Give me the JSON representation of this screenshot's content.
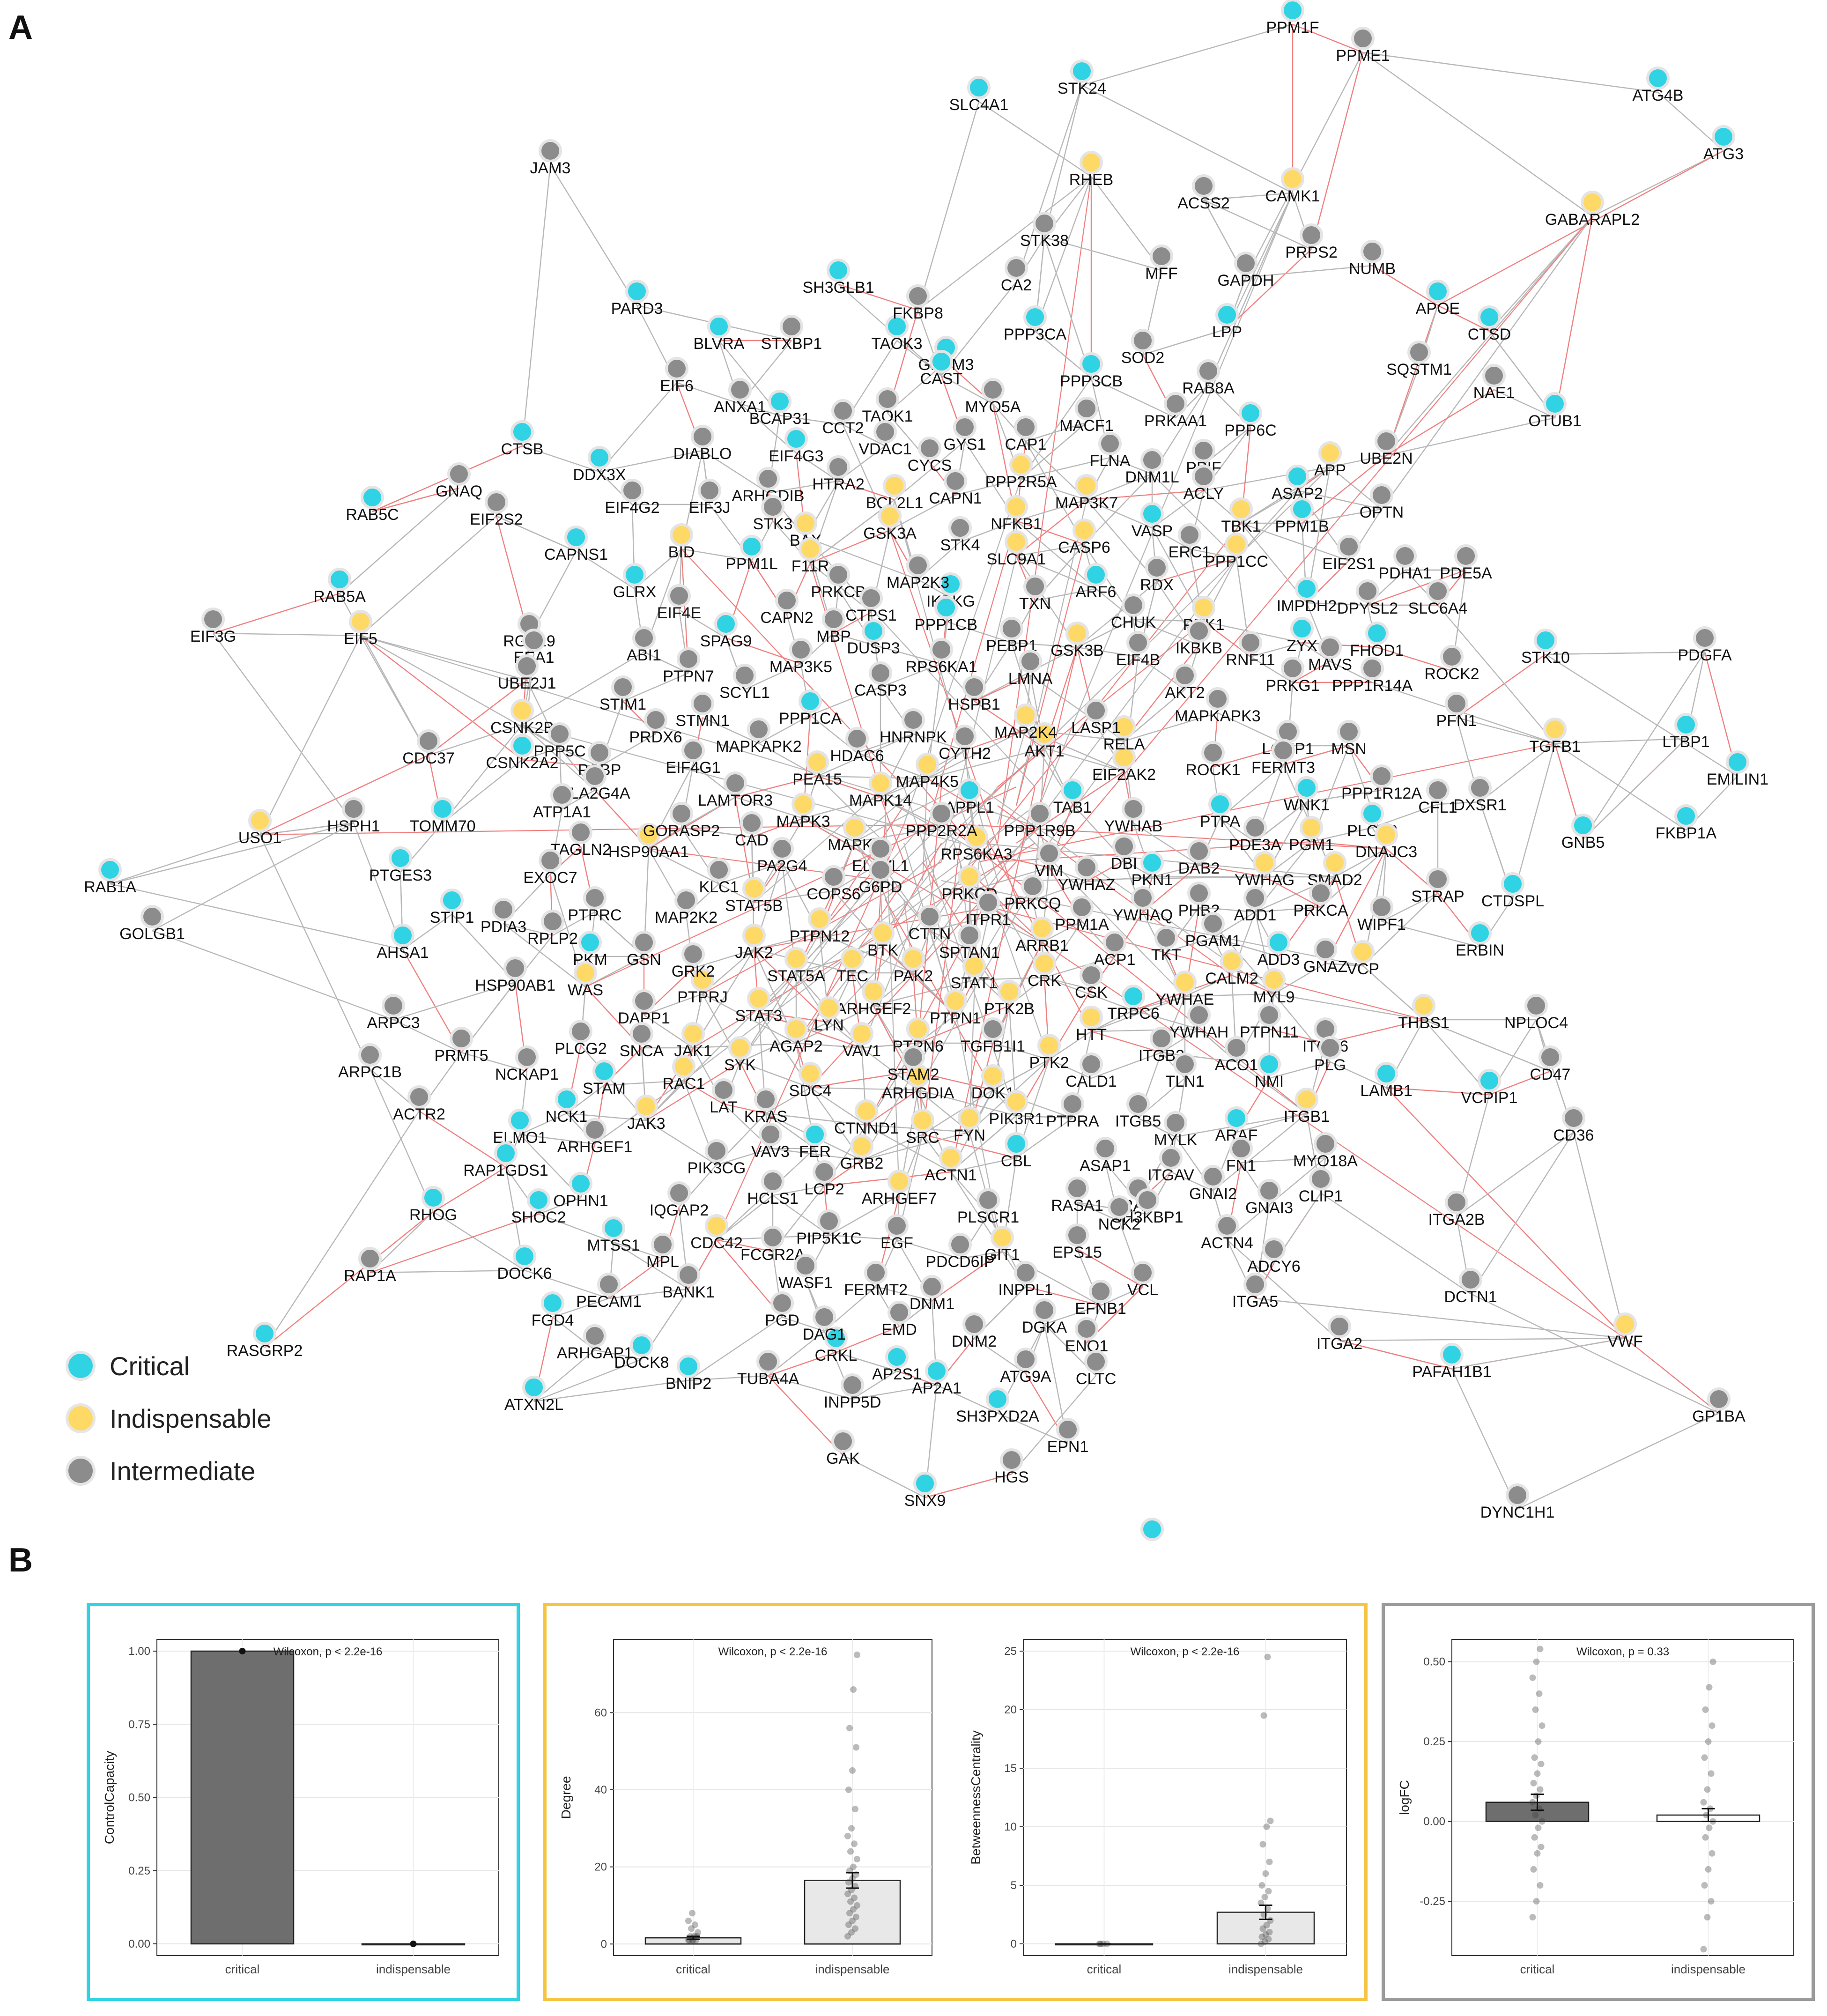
{
  "panels": {
    "a": "A",
    "b": "B"
  },
  "colors": {
    "critical": "#2fd3e4",
    "indispensable": "#ffd966",
    "intermediate": "#8c8c8c",
    "edge_gray": "#b8b8b8",
    "edge_red": "#f08080",
    "box_cyan": "#2fd3e4",
    "box_yellow": "#f5c542",
    "box_gray": "#9a9a9a",
    "bar_dark": "#6e6e6e",
    "bar_light": "#e8e8e8",
    "bar_white": "#ffffff"
  },
  "legend": [
    {
      "label": "Critical",
      "color": "#2fd3e4"
    },
    {
      "label": "Indispensable",
      "color": "#ffd966"
    },
    {
      "label": "Intermediate",
      "color": "#8c8c8c"
    }
  ],
  "network_labels": {
    "critical": [
      "PPM1F",
      "SLC4A1",
      "STK24",
      "ATG4B",
      "ATG3",
      "SH3GLB1",
      "PARD3",
      "BLVRA",
      "TAOK3",
      "GPSM3",
      "PPP3CA",
      "PPP3CB",
      "LPP",
      "PPP6C",
      "APOE",
      "CTSD",
      "OTUB1",
      "CTSB",
      "DDX3X",
      "RAB5C",
      "RAB5A",
      "CAPNS1",
      "BCAP31",
      "EIF4G3",
      "PPM1L",
      "ASAP2",
      "PPM1B",
      "VASP",
      "GLRX",
      "SPAG9",
      "IKBKG",
      "ARF6",
      "IMPDH2",
      "ZYX",
      "FHOD1",
      "STK10",
      "PPP1CB",
      "DUSP3",
      "PPP1CA",
      "CSNK2A2",
      "TOMM70",
      "RAB1A",
      "PTGES3",
      "STIP1",
      "AHSA1",
      "PKM",
      "APPL1",
      "TAB1",
      "PLCB3",
      "LTBP1",
      "EMILIN1",
      "FKBP1A",
      "GNB5",
      "PKN1",
      "CTDSPL",
      "ERBIN",
      "ADD3",
      "TRPC6",
      "NMI",
      "LAMB1",
      "VCPIP1",
      "STAM",
      "NCK1",
      "ELMO1",
      "RAP1GDS1",
      "OPHN1",
      "SHOC2",
      "RHOG",
      "DOCK6",
      "FGD4",
      "RASGRP2",
      "ATXN2L",
      "DOCK8",
      "BNIP2",
      "CRKL",
      "AP2S1",
      "AP2A1",
      "SH3PXD2A",
      "SNX9",
      "PAFAH1B1",
      "ARAF",
      "CBL",
      "FER",
      "MTSS1",
      "WNK1",
      "PTPA",
      "CAST"
    ],
    "indispensable": [
      "RHEB",
      "CAMK1",
      "GABARAPL2",
      "APP",
      "BID",
      "EIF5",
      "USO1",
      "CSNK2B",
      "TGFB1",
      "BCL2L1",
      "GSK3A",
      "BAX",
      "F11R",
      "PPP2R5A",
      "NFKB1",
      "SLC9A1",
      "TBK1",
      "PPP1CC",
      "PDK1",
      "MAP3K7",
      "GSK3B",
      "PEA15",
      "MAPK14",
      "MAP4K5",
      "MAPK3",
      "MAPK1",
      "AKT1",
      "MAP2K4",
      "EIF2AK2",
      "RELA",
      "HSP90AA1",
      "PAK2",
      "RPS6KA3",
      "PRKCD",
      "DNAJC3",
      "SMAD2",
      "PGM1",
      "YWHAG",
      "JAK2",
      "STAT5B",
      "PTPN12",
      "STAT5A",
      "BTK",
      "STAT1",
      "ARRB1",
      "CRK",
      "WAS",
      "STAT3",
      "ARHGEF2",
      "PTPN1",
      "PTK2B",
      "VCP",
      "THBS1",
      "MYL9",
      "CALM2",
      "YWHAE",
      "JAK1",
      "SYK",
      "AGAP2",
      "VAV1",
      "PTPN6",
      "PTK2",
      "HTT",
      "RAC1",
      "SDC4",
      "ARHGDIA",
      "DOK1",
      "PIK3R1",
      "ITGB1",
      "JAK3",
      "SRC",
      "FYN",
      "CTNND1",
      "GRB2",
      "ACTN1",
      "ARHGEF7",
      "CDC42",
      "GIT1",
      "PTPRJ",
      "LYN",
      "VWF",
      "TEC",
      "CASP6"
    ],
    "intermediate": [
      "PPME1",
      "JAM3",
      "ACSS2",
      "STK38",
      "PRPS2",
      "NUMB",
      "MFF",
      "GAPDH",
      "CA2",
      "FKBP8",
      "STXBP1",
      "SOD2",
      "RAB8A",
      "SQSTM1",
      "NAE1",
      "EIF6",
      "ANXA1",
      "MYO5A",
      "MACF1",
      "PRKAA1",
      "CCT2",
      "TAOK1",
      "DIABLO",
      "VDAC1",
      "GYS1",
      "CAP1",
      "FLNA",
      "DNM1L",
      "PPIF",
      "UBE2N",
      "GNAQ",
      "EIF4G2",
      "EIF3J",
      "ARHGDIB",
      "HTRA2",
      "CYCS",
      "CAPN1",
      "ACLY",
      "OPTN",
      "EIF2S2",
      "STK3",
      "STK4",
      "ERC1",
      "PDHA1",
      "PDE5A",
      "EIF2S1",
      "RGS19",
      "EIF4E",
      "PRKCB",
      "MAP2K3",
      "TXN",
      "RDX",
      "CHUK",
      "IKBKB",
      "DPYSL2",
      "SLC6A4",
      "EIF3G",
      "EEA1",
      "ABI1",
      "CAPN2",
      "CTPS1",
      "MBP",
      "PEBP1",
      "EIF4B",
      "RNF11",
      "MAVS",
      "PDGFA",
      "UBE2J1",
      "PTPN7",
      "MAP3K5",
      "RPS6KA1",
      "LMNA",
      "AKT2",
      "PRKG1",
      "PPP1R14A",
      "ROCK2",
      "STIM1",
      "SCYL1",
      "CASP3",
      "HSPB1",
      "MAPKAPK3",
      "LONP1",
      "MSN",
      "PFN1",
      "CDC37",
      "PRDX6",
      "STMN1",
      "HNRNPK",
      "CYTH2",
      "LASP1",
      "FERMT3",
      "PPP5C",
      "MAPKAPK2",
      "HDAC6",
      "ROCK1",
      "PPP1R12A",
      "DXSR1",
      "CFL1",
      "PCBP",
      "PLA2G4A",
      "EIF4G1",
      "LAMTOR3",
      "HSPH1",
      "ATP1A1",
      "GORASP2",
      "CAD",
      "PPP2R2A",
      "PPP1R9B",
      "YWHAB",
      "TAGLN2",
      "PA2G4",
      "ELAVL1",
      "DBI",
      "PDE3A",
      "DAB2",
      "EXOC7",
      "KLC1",
      "COPS6",
      "G6PD",
      "VIM",
      "YWHAZ",
      "ITPR1",
      "PRKCQ",
      "PHB2",
      "PRKCA",
      "STRAP",
      "GOLGB1",
      "PTPRC",
      "MAP2K2",
      "PPM1A",
      "YWHAQ",
      "ADD1",
      "WIPF1",
      "PDIA3",
      "RPLP2",
      "GSN",
      "GRK2",
      "CTTN",
      "SPTAN1",
      "ACP1",
      "TKT",
      "PGAM1",
      "GNAZ",
      "HSP90AB1",
      "DAPP1",
      "CSK",
      "NPLOC4",
      "ARPC3",
      "PRMT5",
      "PLCG2",
      "SNCA",
      "TGFB1I1",
      "ITGB3",
      "YWHAH",
      "PTPN11",
      "ITGA6",
      "PLG",
      "CD47",
      "ARPC1B",
      "NCKAP1",
      "STAM2",
      "CALD1",
      "ACO1",
      "TLN1",
      "ACTR2",
      "LAT",
      "ITGB5",
      "MYLK",
      "CD36",
      "ARHGEF1",
      "KRAS",
      "PTPRA",
      "VAV3",
      "ASAP1",
      "FN1",
      "MYO18A",
      "PIK3CG",
      "HCLS1",
      "LCP2",
      "RASA1",
      "RAS",
      "ITGAV",
      "GNAI2",
      "GNAI3",
      "CLIP1",
      "IQGAP2",
      "SH3KBP1",
      "ACTN4",
      "ITGA2B",
      "RAP1A",
      "PIP5K1C",
      "EGF",
      "NCK2",
      "ADCY6",
      "MPL",
      "FCGR2A",
      "PDCD6IP",
      "PLSCR1",
      "EPS15",
      "VCL",
      "BANK1",
      "WASF1",
      "FERMT2",
      "INPPL1",
      "EFNB1",
      "ITGA5",
      "DCTN1",
      "PECAM1",
      "DNM1",
      "ENO1",
      "ITGA2",
      "ARHGAP1",
      "PGD",
      "DAG1",
      "EMD",
      "DNM2",
      "DGKA",
      "CLTC",
      "TUBA4A",
      "ATG9A",
      "GP1BA",
      "INPP5D",
      "EPN1",
      "DYNC1H1",
      "GAK",
      "HGS"
    ]
  },
  "plots": [
    {
      "id": "control_capacity",
      "chart_data": {
        "type": "bar",
        "categories": [
          "critical",
          "indispensable"
        ],
        "values": [
          1.0,
          0.0
        ],
        "ylabel": "ControlCapacity",
        "yticks": [
          0.0,
          0.25,
          0.5,
          0.75,
          1.0
        ],
        "ytick_labels": [
          "0.00",
          "0.25",
          "0.50",
          "0.75",
          "1.00"
        ],
        "ylim": [
          -0.04,
          1.04
        ],
        "annotation": "Wilcoxon, p < 2.2e-16",
        "bar_fill": [
          "dark",
          "dark"
        ]
      }
    },
    {
      "id": "degree",
      "chart_data": {
        "type": "bar",
        "categories": [
          "critical",
          "indispensable"
        ],
        "values": [
          1.6,
          16.5
        ],
        "errors": [
          0.4,
          2.0
        ],
        "ylabel": "Degree",
        "yticks": [
          0,
          20,
          40,
          60
        ],
        "ytick_labels": [
          "0",
          "20",
          "40",
          "60"
        ],
        "ylim": [
          -3,
          79
        ],
        "annotation": "Wilcoxon, p < 2.2e-16",
        "bar_fill": [
          "light",
          "light"
        ],
        "points": [
          [
            1,
            1,
            1,
            1,
            1,
            2,
            2,
            2,
            3,
            4,
            5,
            6,
            8
          ],
          [
            2,
            3,
            4,
            5,
            6,
            7,
            8,
            9,
            10,
            11,
            12,
            13,
            14,
            15,
            16,
            17,
            18,
            19,
            20,
            22,
            24,
            26,
            28,
            30,
            35,
            40,
            45,
            51,
            56,
            66,
            75
          ]
        ]
      }
    },
    {
      "id": "betweenness",
      "chart_data": {
        "type": "bar",
        "categories": [
          "critical",
          "indispensable"
        ],
        "values": [
          0.0,
          2.7
        ],
        "errors": [
          0.0,
          0.6
        ],
        "ylabel": "BetweennessCentrality",
        "yticks": [
          0,
          5,
          10,
          15,
          20,
          25
        ],
        "ytick_labels": [
          "0",
          "5",
          "10",
          "15",
          "20",
          "25"
        ],
        "ylim": [
          -1,
          26
        ],
        "annotation": "Wilcoxon, p < 2.2e-16",
        "bar_fill": [
          "light",
          "light"
        ],
        "points": [
          [
            0,
            0,
            0,
            0
          ],
          [
            0,
            0.2,
            0.4,
            0.6,
            0.8,
            1,
            1.3,
            1.6,
            2,
            2.5,
            3,
            3.5,
            4,
            4.5,
            5,
            6,
            7,
            8.5,
            10,
            10.5,
            19.5,
            24.5
          ]
        ]
      }
    },
    {
      "id": "logfc",
      "chart_data": {
        "type": "bar",
        "categories": [
          "critical",
          "indispensable"
        ],
        "values": [
          0.06,
          0.02
        ],
        "errors": [
          0.025,
          0.02
        ],
        "ylabel": "logFC",
        "yticks": [
          -0.25,
          0.0,
          0.25,
          0.5
        ],
        "ytick_labels": [
          "-0.25",
          "0.00",
          "0.25",
          "0.50"
        ],
        "ylim": [
          -0.42,
          0.57
        ],
        "annotation": "Wilcoxon, p = 0.33",
        "bar_fill": [
          "dark",
          "white"
        ],
        "points": [
          [
            -0.3,
            -0.25,
            -0.2,
            -0.15,
            -0.1,
            -0.08,
            -0.05,
            -0.02,
            0,
            0.02,
            0.04,
            0.06,
            0.08,
            0.1,
            0.12,
            0.15,
            0.18,
            0.2,
            0.25,
            0.3,
            0.35,
            0.4,
            0.45,
            0.5,
            0.54
          ],
          [
            -0.4,
            -0.3,
            -0.25,
            -0.2,
            -0.15,
            -0.1,
            -0.05,
            -0.02,
            0,
            0.02,
            0.04,
            0.06,
            0.1,
            0.15,
            0.2,
            0.25,
            0.3,
            0.35,
            0.42,
            0.5
          ]
        ]
      }
    }
  ]
}
